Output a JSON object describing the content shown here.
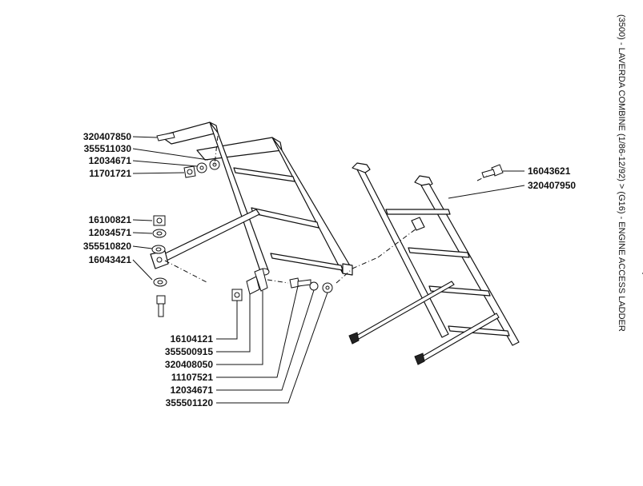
{
  "title": "(3500) - LAVERDA COMBINE (1/86-12/92) > (G16) - ENGINE ACCESS LADDER",
  "labels": {
    "p320407850": "320407850",
    "p355511030": "355511030",
    "p12034671a": "12034671",
    "p11701721": "11701721",
    "p16100821": "16100821",
    "p12034571": "12034571",
    "p355510820": "355510820",
    "p16043421": "16043421",
    "p16104121": "16104121",
    "p355500915": "355500915",
    "p320408050": "320408050",
    "p11107521": "11107521",
    "p12034671b": "12034671",
    "p355501120": "355501120",
    "p16043621": "16043621",
    "p320407950": "320407950"
  }
}
